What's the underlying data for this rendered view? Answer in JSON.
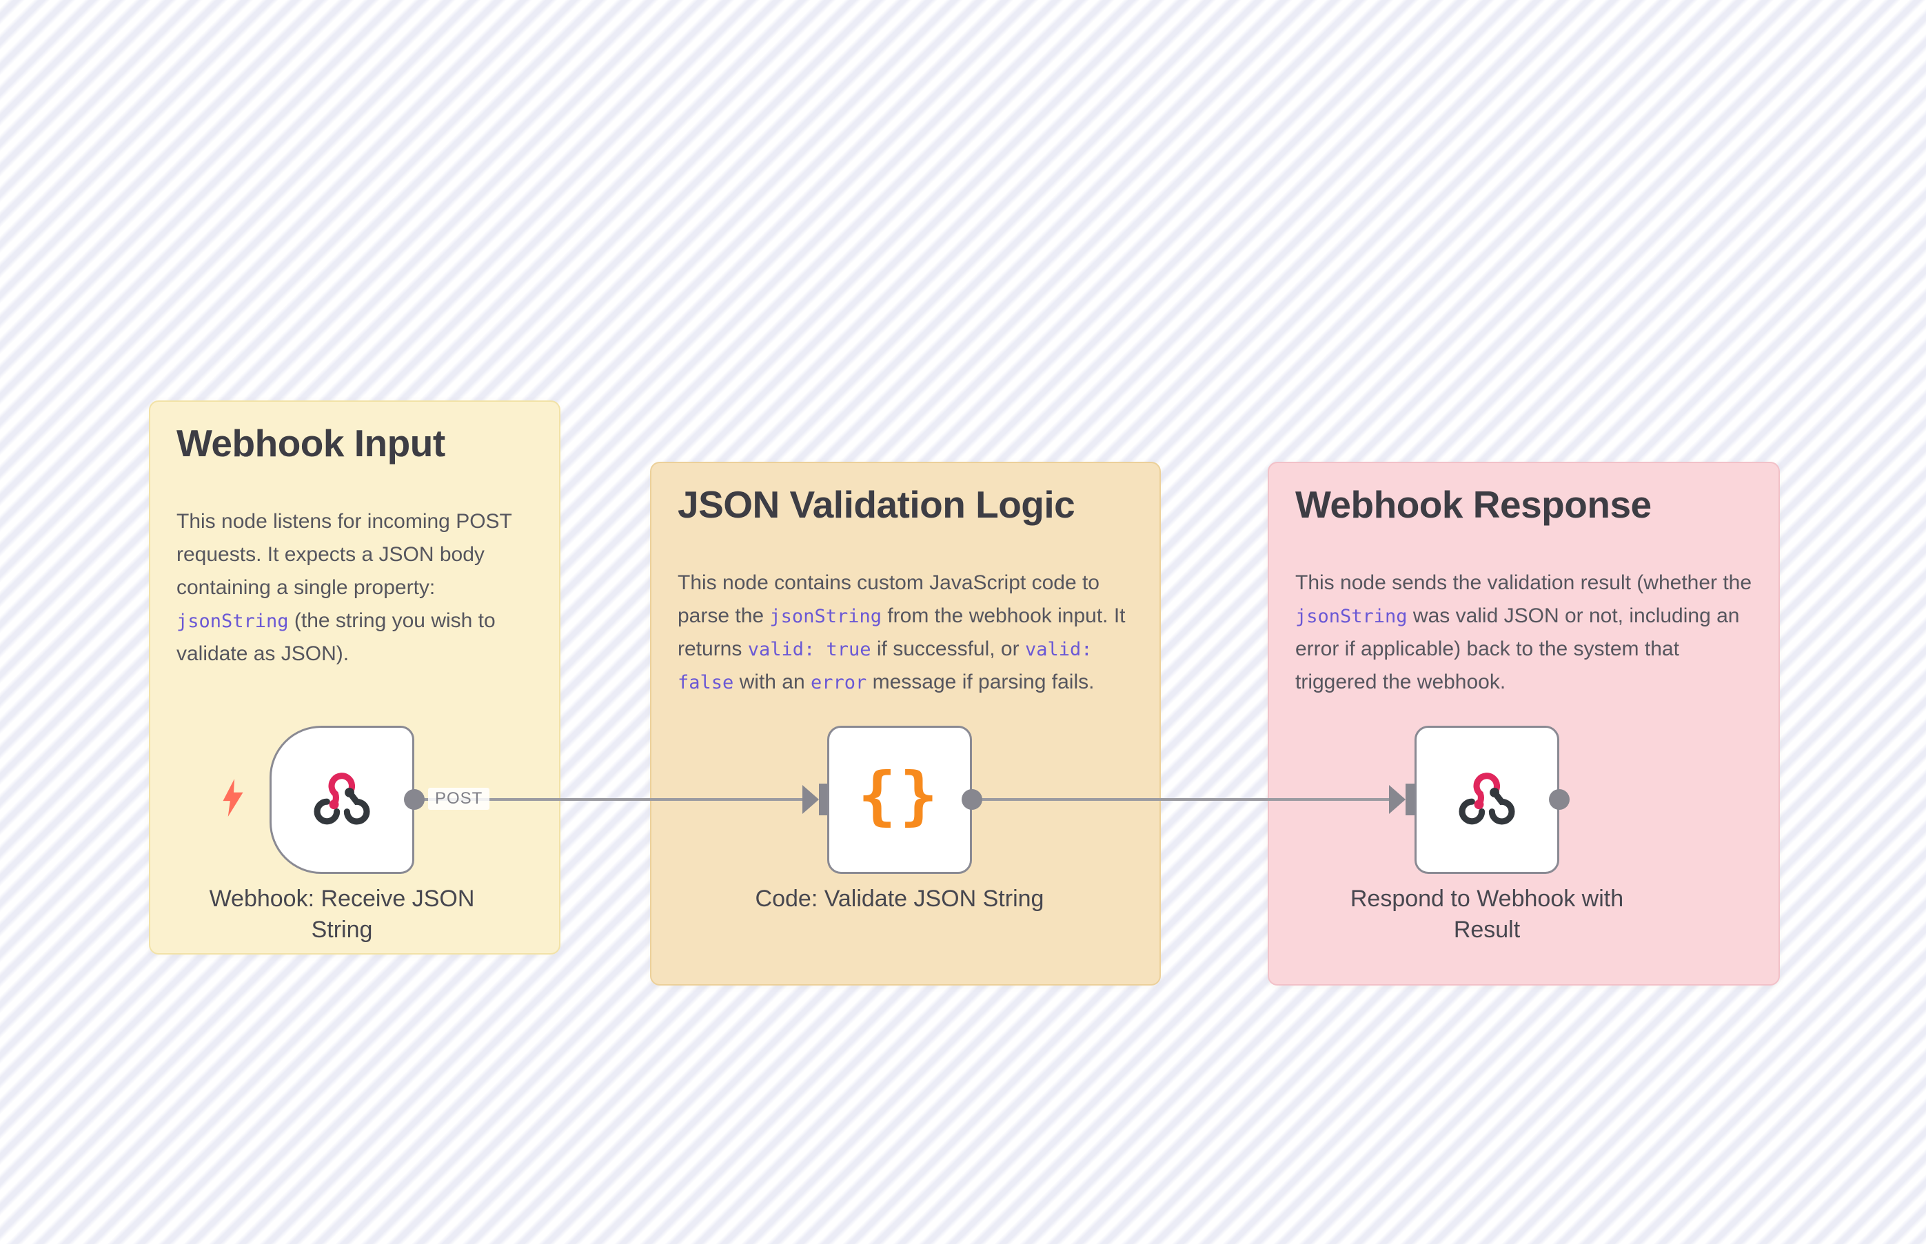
{
  "workflow": {
    "stickies": [
      {
        "title": "Webhook Input",
        "body": [
          {
            "t": "This node listens for incoming POST requests. It expects a JSON body containing a single property: "
          },
          {
            "t": "jsonString",
            "code": true
          },
          {
            "t": " (the string you wish to validate as JSON)."
          }
        ],
        "bg": "#FBF1CE",
        "border": "#F2E2A7"
      },
      {
        "title": "JSON Validation Logic",
        "body": [
          {
            "t": "This node contains custom JavaScript code to parse the "
          },
          {
            "t": "jsonString",
            "code": true
          },
          {
            "t": " from the webhook input. It returns "
          },
          {
            "t": "valid: true",
            "code": true
          },
          {
            "t": " if successful, or "
          },
          {
            "t": "valid: false",
            "code": true
          },
          {
            "t": " with an "
          },
          {
            "t": "error",
            "code": true
          },
          {
            "t": " message if parsing fails."
          }
        ],
        "bg": "#F6E2BD",
        "border": "#ECD09A"
      },
      {
        "title": "Webhook Response",
        "body": [
          {
            "t": "This node sends the validation result (whether the "
          },
          {
            "t": "jsonString",
            "code": true
          },
          {
            "t": " was valid JSON or not, including an error if applicable) back to the system that triggered the webhook."
          }
        ],
        "bg": "#FAD6DA",
        "border": "#F2C1C8"
      }
    ],
    "nodes": [
      {
        "label": "Webhook: Receive JSON String",
        "icon": "webhook-icon"
      },
      {
        "label": "Code: Validate JSON String",
        "icon": "code-braces-icon"
      },
      {
        "label": "Respond to Webhook with Result",
        "icon": "webhook-icon"
      }
    ],
    "connection_labels": {
      "post": "POST"
    },
    "colors": {
      "canvas_stripe": "#EBECF6",
      "sticky_yellow_bg": "#FBF1CE",
      "sticky_orange_bg": "#F6E2BD",
      "sticky_pink_bg": "#FAD6DA",
      "connector_gray": "#9B9BA1",
      "node_border_gray": "#8A8A93",
      "webhook_icon_pink": "#E0265C",
      "webhook_icon_dark": "#33383D",
      "code_braces_orange": "#F78A1D",
      "lightning_bolt_coral": "#FF6E5A",
      "code_text_purple": "#6A58D5"
    }
  }
}
